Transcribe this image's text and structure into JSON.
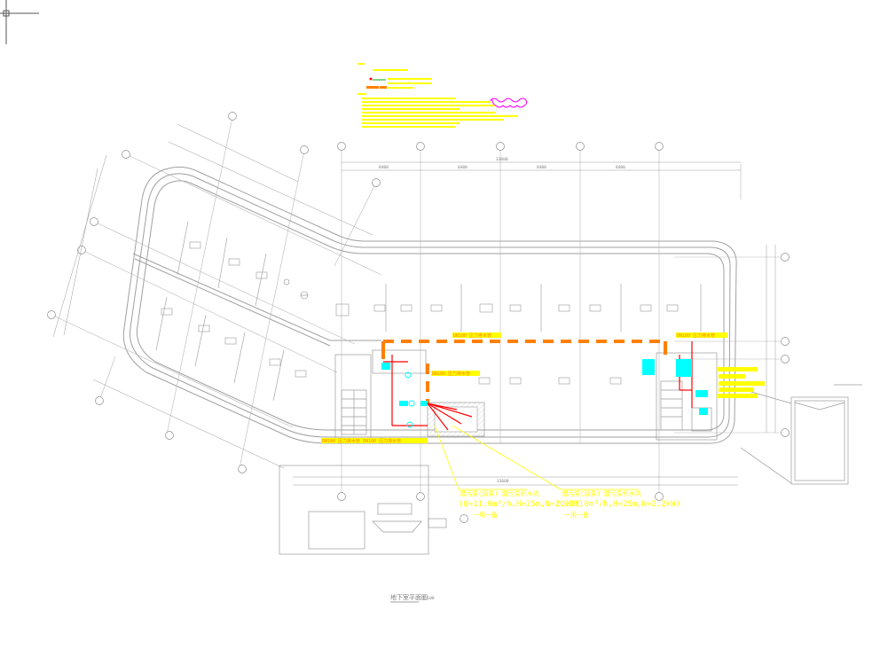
{
  "drawing": {
    "title": "地下室平面图",
    "scale": "1:100"
  },
  "annotations": {
    "pump_a_title": "潜污泵(双泵) 潜污泵积水坑",
    "pump_a_spec": "(Q=11.0m³/h,H=25m,N=2.2kW)",
    "pump_a_qty": "一用一备",
    "pump_b_title": "潜污泵(双泵) 潜污泵积水坑",
    "pump_b_spec": "(Q=11.0m³/h,H=25m,N=2.2kW)",
    "pump_b_qty": "一用一备",
    "pipe_label_top": "DN100 压力排水管",
    "pipe_label_right": "DN100 压力排水管",
    "pipe_label_mid": "DN100 压力排水管",
    "pipe_label_bottom": "DN100 压力排水管 DN100 压力排水管"
  },
  "dimensions": {
    "top_total": "33600",
    "bays": [
      "8400",
      "8400",
      "8400",
      "8400"
    ],
    "bottom_total": "33600"
  },
  "colors": {
    "background": "#ffffff",
    "linework": "#9a9a9a",
    "annotation": "#ffff00",
    "pipe_orange": "#ff8000",
    "pipe_red": "#ff0000",
    "equipment_cyan": "#00ffff",
    "highlight_magenta": "#ff00ff"
  }
}
